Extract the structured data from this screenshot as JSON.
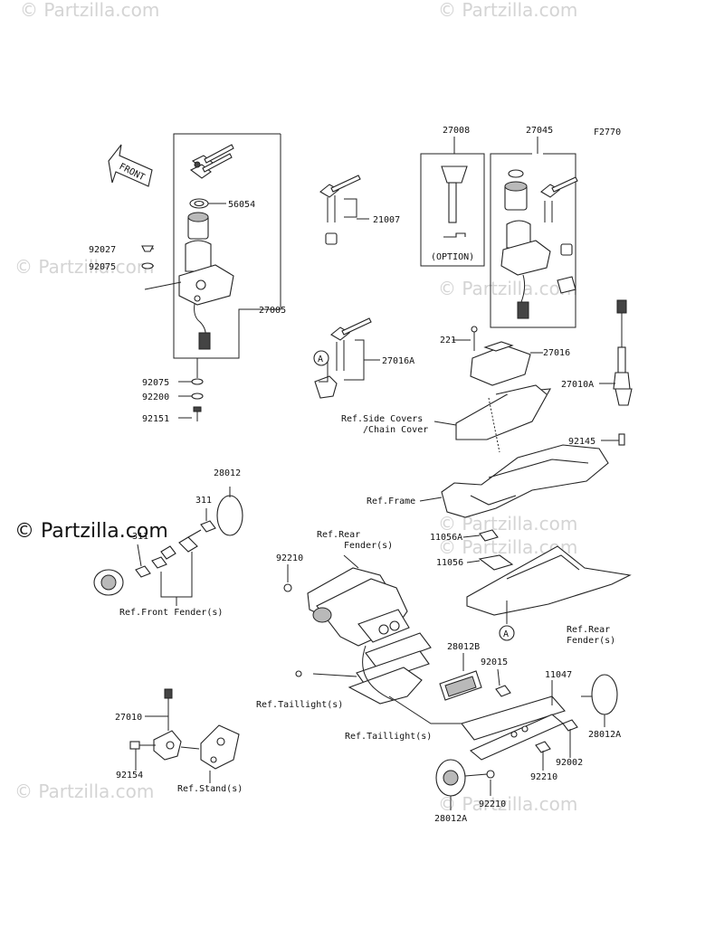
{
  "diagram_id": "F2770",
  "watermarks": {
    "small": "© Partzilla.com",
    "large": "© Partzilla.com"
  },
  "front_arrow": "FRONT",
  "parts": {
    "p56054": "56054",
    "p92027": "92027",
    "p92075a": "92075",
    "p27005": "27005",
    "p92075b": "92075",
    "p92200": "92200",
    "p92151": "92151",
    "p21007": "21007",
    "p27016A": "27016A",
    "p27008": "27008",
    "p27045": "27045",
    "option": "(OPTION)",
    "p221": "221",
    "p27016": "27016",
    "p27010A": "27010A",
    "p92145": "92145",
    "p28012": "28012",
    "p311a": "311",
    "p311b": "311",
    "p92210a": "92210",
    "p11056A": "11056A",
    "p11056": "11056",
    "p28012B": "28012B",
    "p92015": "92015",
    "p11047": "11047",
    "p28012Aa": "28012A",
    "p92002": "92002",
    "p92210b": "92210",
    "p92210c": "92210",
    "p28012Ab": "28012A",
    "p27010": "27010",
    "p92154": "92154"
  },
  "refs": {
    "side_covers_1": "Ref.Side Covers",
    "side_covers_2": "/Chain Cover",
    "frame": "Ref.Frame",
    "rear_fender_top_1": "Ref.Rear",
    "rear_fender_top_2": "Fender(s)",
    "front_fender": "Ref.Front Fender(s)",
    "rear_fender_bottom_1": "Ref.Rear",
    "rear_fender_bottom_2": "Fender(s)",
    "taillight_left": "Ref.Taillight(s)",
    "taillight_right": "Ref.Taillight(s)",
    "stand": "Ref.Stand(s)"
  },
  "callouts": {
    "a1": "A",
    "a2": "A"
  }
}
